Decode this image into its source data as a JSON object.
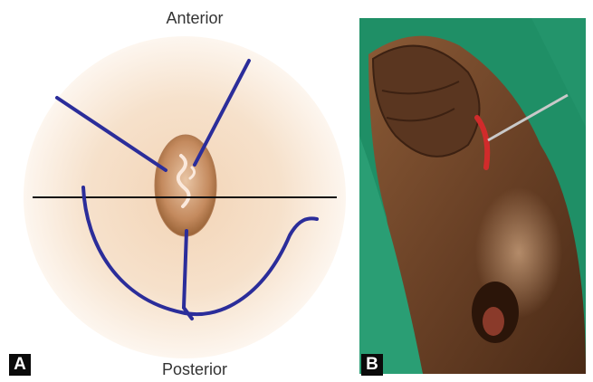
{
  "panel_a": {
    "top_label": "Anterior",
    "bottom_label": "Posterior",
    "letter": "A",
    "colors": {
      "incision": "#2b2d9a",
      "skin": "#f3dcc3",
      "lesion": "#c8916b"
    }
  },
  "panel_b": {
    "letter": "B",
    "colors": {
      "drape": "#1f8f66",
      "skin": "#6b4428"
    }
  }
}
